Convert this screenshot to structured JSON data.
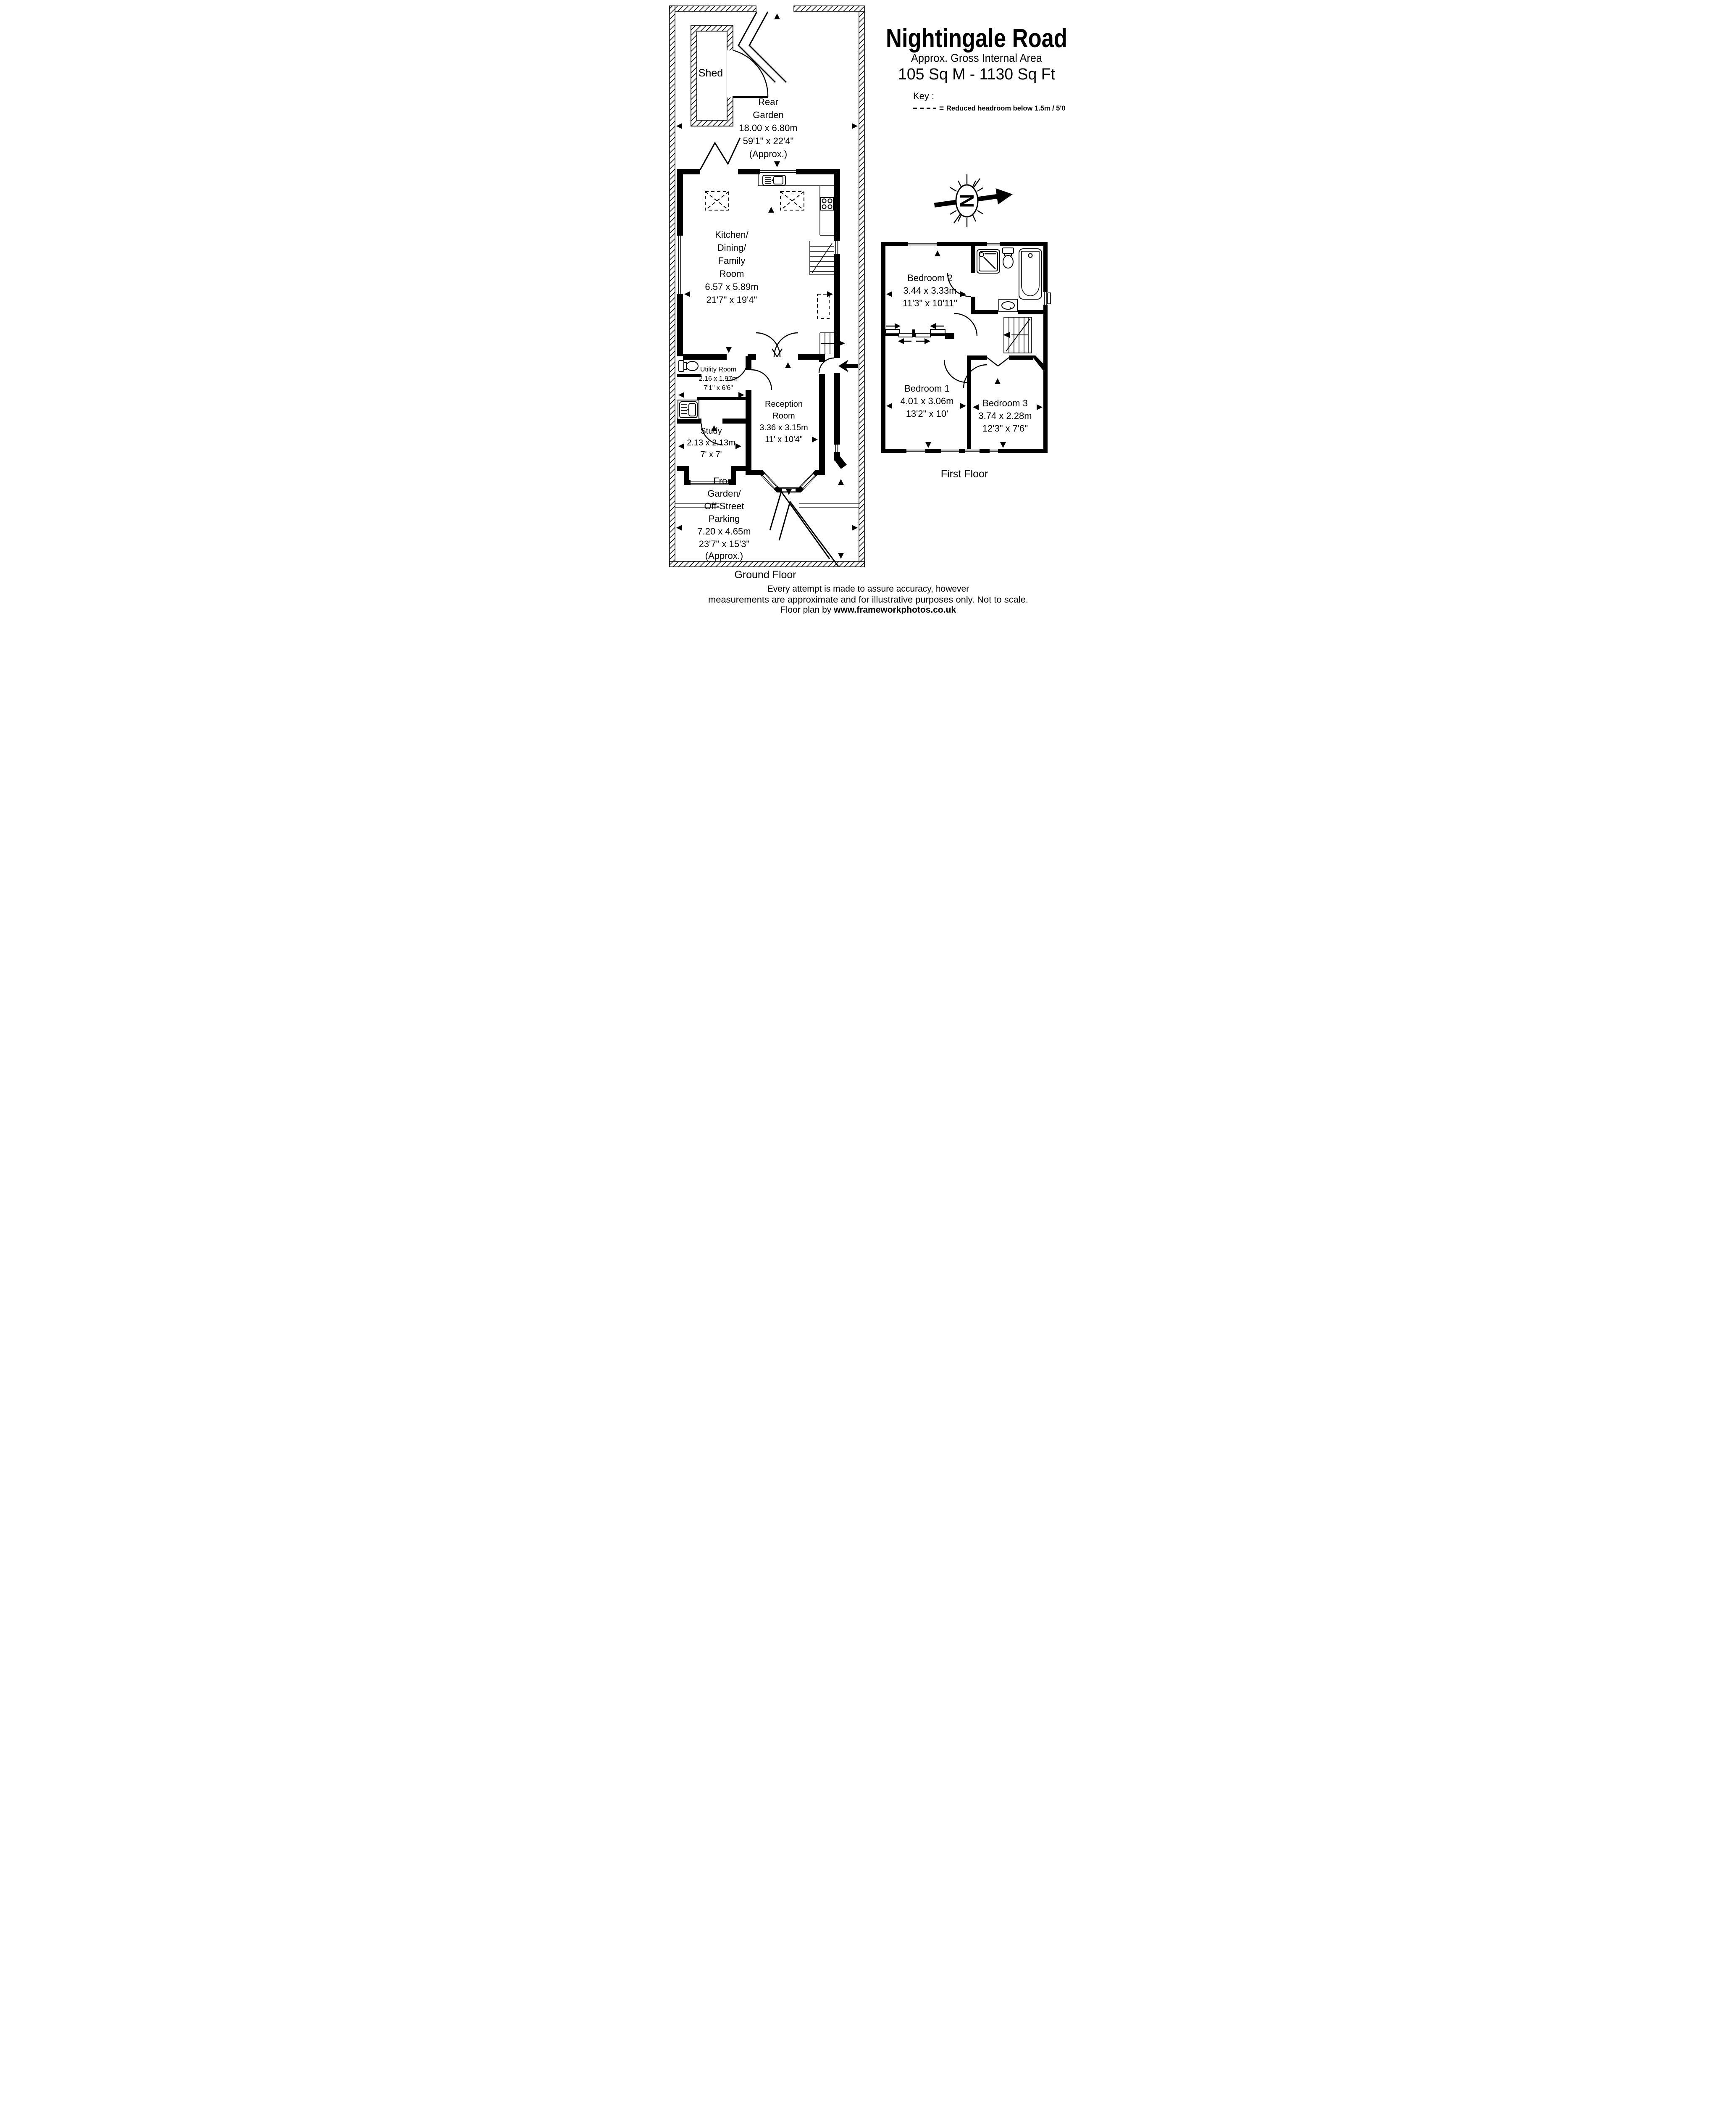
{
  "title": {
    "name": "Nightingale Road",
    "subtitle": "Approx. Gross Internal Area",
    "area": "105 Sq M  -  1130 Sq Ft"
  },
  "key": {
    "label": "Key :",
    "equals": "=",
    "description": "Reduced  headroom below 1.5m / 5'0"
  },
  "north": {
    "letter": "N"
  },
  "ground_floor": {
    "label": "Ground Floor",
    "shed": {
      "label": "Shed"
    },
    "rear_garden": {
      "lines": [
        "Rear",
        "Garden",
        "18.00 x 6.80m",
        "59'1\" x 22'4\"",
        "(Approx.)"
      ]
    },
    "kitchen": {
      "lines": [
        "Kitchen/",
        "Dining/",
        "Family",
        "Room",
        "6.57 x 5.89m",
        "21'7\" x 19'4\""
      ]
    },
    "utility": {
      "lines": [
        "Utility Room",
        "2.16 x 1.97m",
        "7'1\" x 6'6\""
      ]
    },
    "study": {
      "lines": [
        "Study",
        "2.13 x 2.13m",
        "7' x 7'"
      ]
    },
    "reception": {
      "lines": [
        "Reception",
        "Room",
        "3.36 x 3.15m",
        "11' x 10'4\""
      ]
    },
    "front_garden": {
      "lines": [
        "Front",
        "Garden/",
        "Off-Street",
        "Parking",
        "7.20 x 4.65m",
        "23'7\" x 15'3\"",
        "(Approx.)"
      ]
    }
  },
  "first_floor": {
    "label": "First Floor",
    "bedroom2": {
      "lines": [
        "Bedroom 2",
        "3.44 x 3.33m",
        "11'3\" x 10'11\""
      ]
    },
    "bedroom1": {
      "lines": [
        "Bedroom 1",
        "4.01 x 3.06m",
        "13'2\" x 10'"
      ]
    },
    "bedroom3": {
      "lines": [
        "Bedroom 3",
        "3.74 x 2.28m",
        "12'3\" x 7'6\""
      ]
    }
  },
  "footer": {
    "line1": "Every attempt is made to assure accuracy, however",
    "line2": "measurements are approximate and for illustrative purposes only. Not to scale.",
    "line3_prefix": "Floor plan by  ",
    "line3_url": "www.frameworkphotos.co.uk"
  },
  "colors": {
    "ink": "#000000",
    "paper": "#ffffff"
  }
}
